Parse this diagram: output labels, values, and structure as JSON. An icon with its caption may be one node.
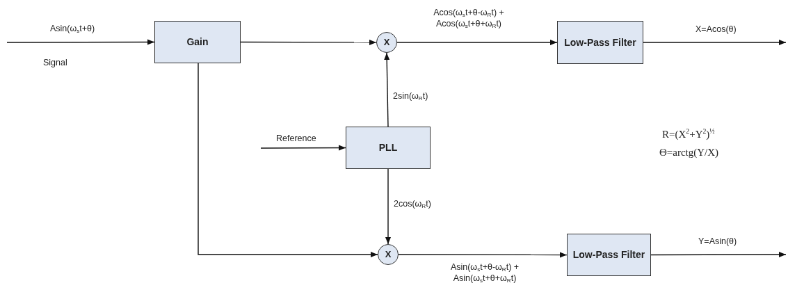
{
  "diagram": {
    "nodes": [
      {
        "text": [
          "Gain"
        ]
      },
      {
        "text": [
          "X"
        ]
      },
      {
        "text": [
          "Low-Pass Filter"
        ]
      },
      {
        "text": [
          "PLL"
        ]
      },
      {
        "text": [
          "X"
        ]
      },
      {
        "text": [
          "Low-Pass Filter"
        ]
      }
    ],
    "edges": [
      {
        "from": null,
        "to": 0,
        "arrow": "to",
        "label": "Asin(ω$_{s}$t+θ)"
      },
      {
        "from": 0,
        "to": 1,
        "arrow": "to"
      },
      {
        "from": 1,
        "to": 2,
        "arrow": "to",
        "label": "Acos(ω$_{s}$t+θ-ω$_{R}$t) + Acos(ω$_{s}$t+θ+ω$_{R}$t)"
      },
      {
        "from": 2,
        "to": null,
        "arrow": "to",
        "label": "X=Acos(θ)"
      },
      {
        "from": null,
        "to": 3,
        "arrow": "to",
        "label": "Reference"
      },
      {
        "from": 3,
        "to": 1,
        "arrow": "to",
        "label": "2sin(ω$_{R}$t)"
      },
      {
        "from": 3,
        "to": 4,
        "arrow": "to",
        "label": "2cos(ω$_{R}$t)"
      },
      {
        "from": 0,
        "to": 4,
        "arrow": "to"
      },
      {
        "from": 4,
        "to": 5,
        "arrow": "to",
        "label": "Asin(ω$_{s}$t+θ-ω$_{R}$t) + Asin(ω$_{s}$t+θ+ω$_{R}$t)"
      },
      {
        "from": 5,
        "to": null,
        "arrow": "to",
        "label": "Y=Asin(θ)"
      }
    ],
    "labels": [
      "Signal",
      "R=(X$^{2}$+Y$^{2}$)$^{½}$",
      "Θ=arctg(Y/X)"
    ]
  }
}
